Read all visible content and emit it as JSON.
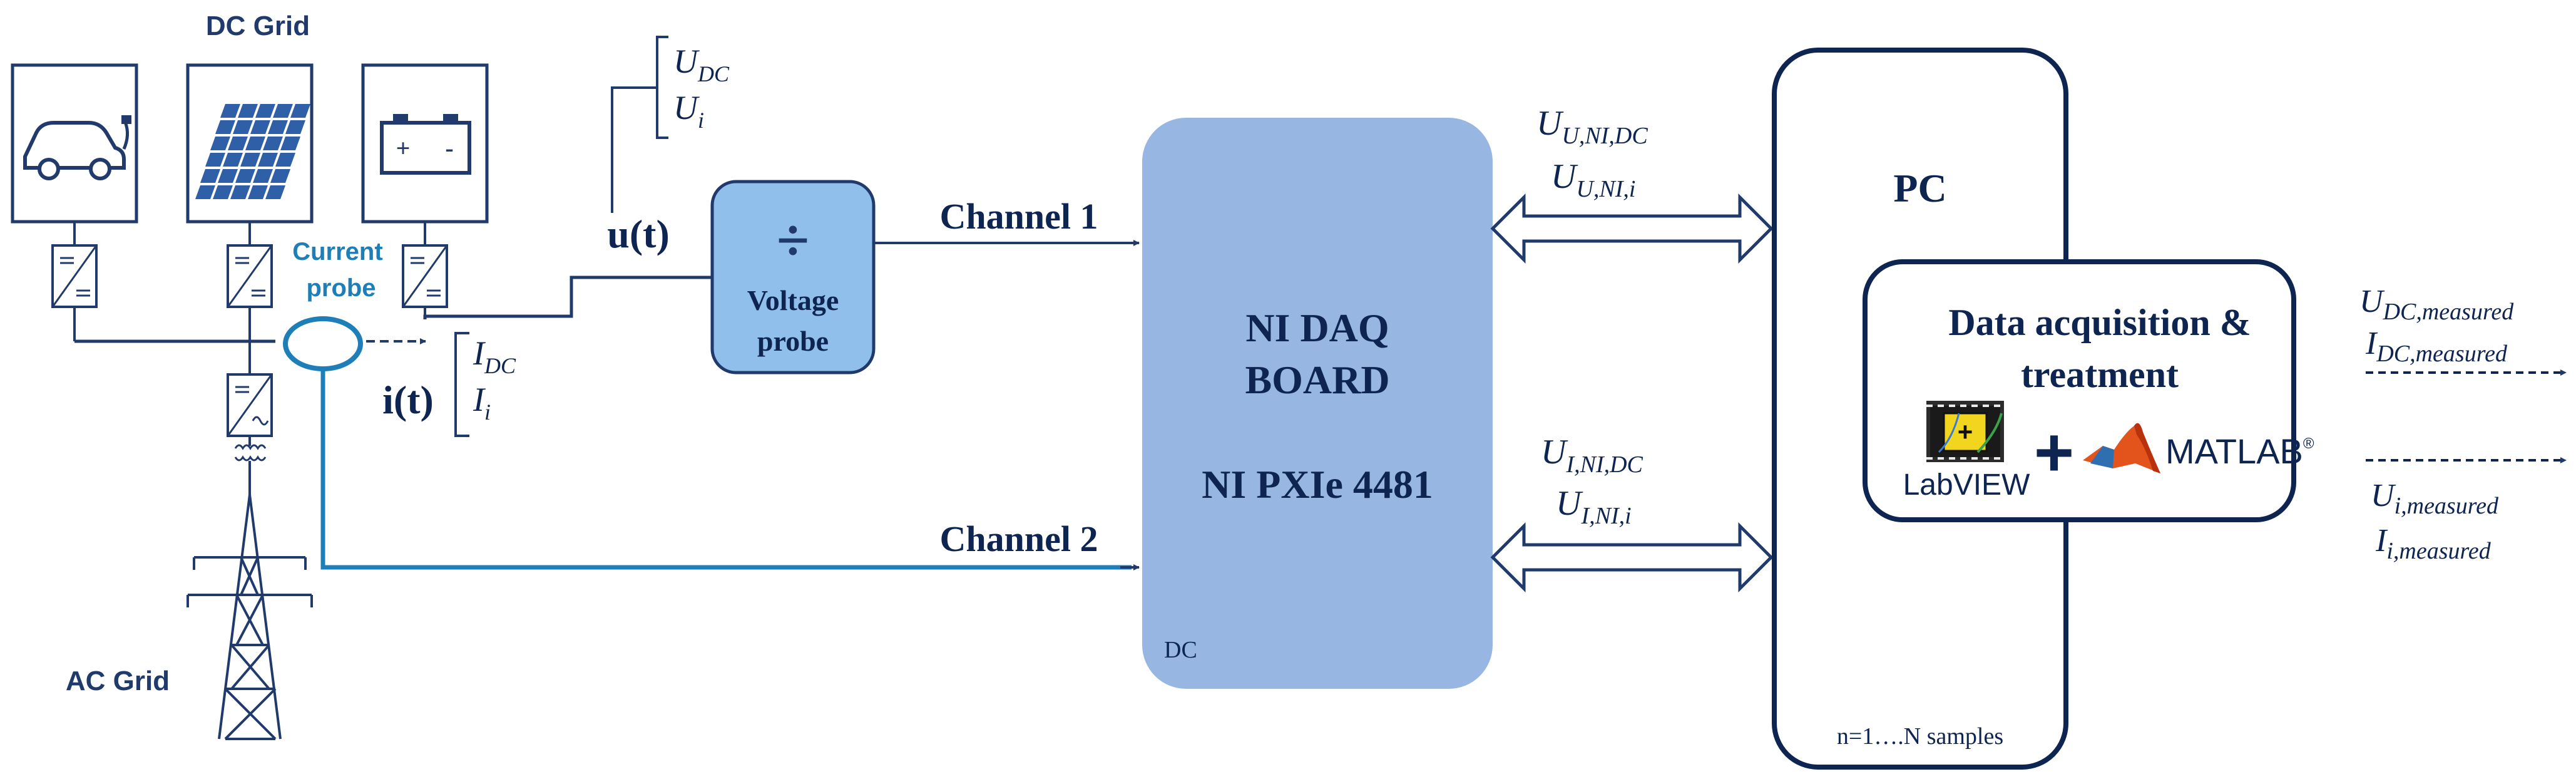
{
  "colors": {
    "navy": "#1f3a6b",
    "dark_text": "#0d2550",
    "probe_blue": "#1e7fb8",
    "board_fill": "#97b7e2",
    "probe_fill": "#8fbfea",
    "matlab_orange": "#e2541c"
  },
  "dc_grid": {
    "title": "DC Grid",
    "icons": [
      "electric-car-icon",
      "solar-panel-icon",
      "battery-icon"
    ]
  },
  "ac_grid": {
    "title": "AC Grid",
    "icon": "transmission-tower-icon"
  },
  "current_probe": {
    "label_line1": "Current",
    "label_line2": "probe"
  },
  "voltage_signal": {
    "label": "u(t)",
    "comp1_base": "U",
    "comp1_sub": "DC",
    "comp2_base": "U",
    "comp2_sub": "i"
  },
  "current_signal": {
    "label": "i(t)",
    "comp1_base": "I",
    "comp1_sub": "DC",
    "comp2_base": "I",
    "comp2_sub": "i"
  },
  "voltage_probe": {
    "symbol": "÷",
    "label_line1": "Voltage",
    "label_line2": "probe"
  },
  "channels": {
    "ch1": "Channel 1",
    "ch2": "Channel 2"
  },
  "daq_board": {
    "line1": "NI DAQ",
    "line2": "BOARD",
    "line3": "NI PXIe 4481",
    "corner": "DC"
  },
  "bus_upper": {
    "l1_base": "U",
    "l1_sub": "U,NI,DC",
    "l2_base": "U",
    "l2_sub": "U,NI,i"
  },
  "bus_lower": {
    "l1_base": "U",
    "l1_sub": "I,NI,DC",
    "l2_base": "U",
    "l2_sub": "I,NI,i"
  },
  "pc": {
    "title": "PC",
    "samples": "n=1….N samples",
    "acq_line1": "Data acquisition &",
    "acq_line2": "treatment",
    "labview": "LabVIEW",
    "plus": "+",
    "matlab": "MATLAB",
    "trademark": "®"
  },
  "outputs": {
    "o1_base": "U",
    "o1_sub": "DC,measured",
    "o2_base": "I",
    "o2_sub": "DC,measured",
    "o3_base": "U",
    "o3_sub": "i,measured",
    "o4_base": "I",
    "o4_sub": "i,measured"
  }
}
